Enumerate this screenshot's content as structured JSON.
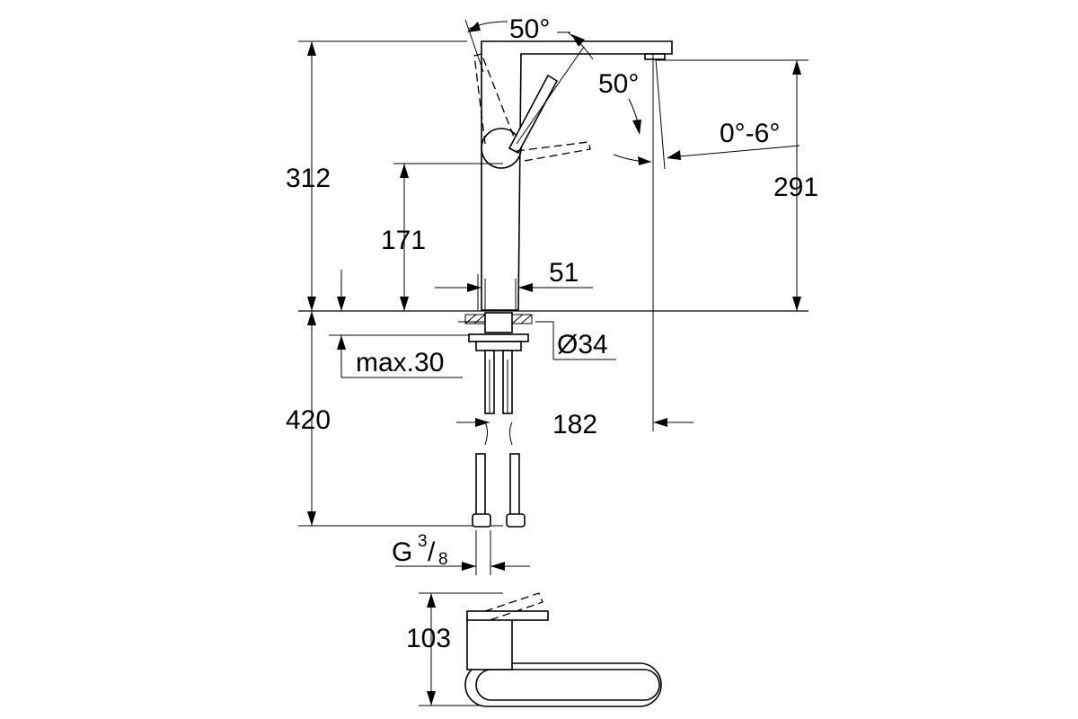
{
  "dimensions": {
    "angle_top": "50°",
    "angle_right": "50°",
    "tilt_range": "0°-6°",
    "total_height": "312",
    "lever_height": "171",
    "spout_height": "291",
    "base_diameter_label": "51",
    "hole_diameter": "Ø34",
    "max_thickness": "max.30",
    "reach": "182",
    "hose_length": "420",
    "thread_prefix": "G",
    "thread_numerator": "3",
    "thread_slash": "/",
    "thread_denominator": "8",
    "top_view_depth": "103"
  }
}
